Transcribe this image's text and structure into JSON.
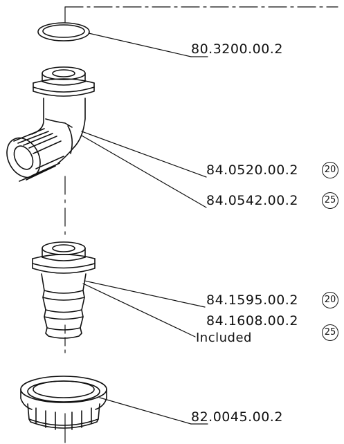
{
  "labels": {
    "oring": "80.3200.00.2",
    "elbow_a": "84.0520.00.2",
    "elbow_b": "84.0542.00.2",
    "tail_a": "84.1595.00.2",
    "tail_b": "84.1608.00.2",
    "included": "Included",
    "nut": "82.0045.00.2"
  },
  "sizes": {
    "elbow_a": "20",
    "elbow_b": "25",
    "tail_a": "20",
    "tail_b": "25"
  },
  "colors": {
    "line": "#111111",
    "background": "#ffffff"
  }
}
